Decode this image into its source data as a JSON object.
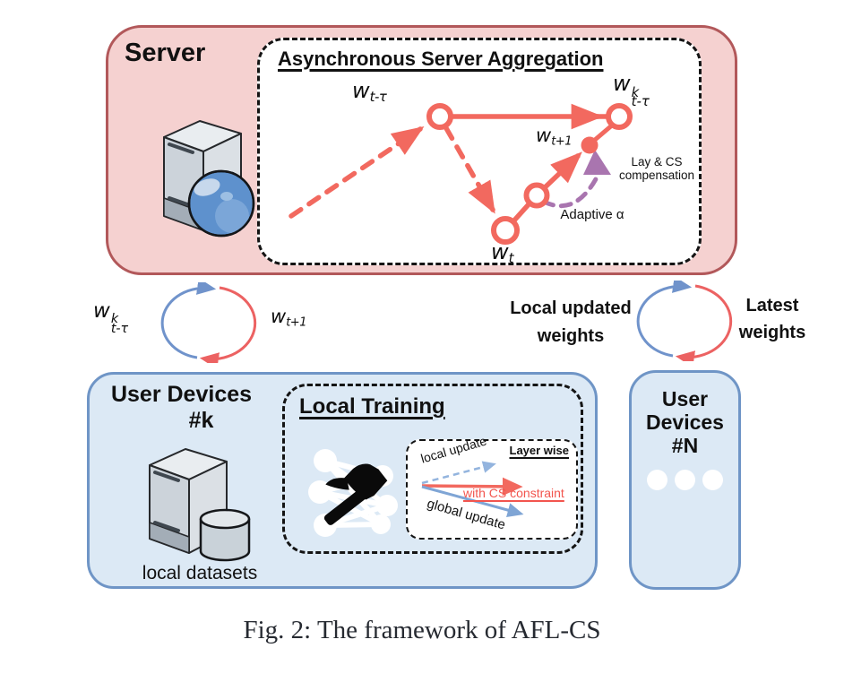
{
  "figure": {
    "caption": "Fig. 2: The framework of AFL-CS"
  },
  "colors": {
    "server_fill": "#f5d1d0",
    "server_border": "#b2585a",
    "device_fill": "#dce9f5",
    "device_border": "#6f95c6",
    "trajectory_red": "#f2695f",
    "compensation_purple": "#a975af",
    "cycle_blue": "#7093cb",
    "cycle_red": "#ec6262",
    "local_update_blue": "#93b4de",
    "global_update_blue": "#7fa5d5"
  },
  "server": {
    "title": "Server",
    "aggregation": {
      "title": "Asynchronous Server Aggregation",
      "w_stale": {
        "base": "w",
        "sub": "t-τ"
      },
      "w_stale_k": {
        "base": "w",
        "sup": "k",
        "sub": "t-τ"
      },
      "w_new": {
        "base": "w",
        "sub": "t+1"
      },
      "w_current": {
        "base": "w",
        "sub": "t"
      },
      "compensation_line1": "Lay & CS",
      "compensation_line2": "compensation",
      "adaptive_alpha": "Adaptive α"
    }
  },
  "exchange_left": {
    "upload_label": {
      "base": "w",
      "sup": "k",
      "sub": "t-τ"
    },
    "download_label": {
      "base": "w",
      "sub": "t+1"
    }
  },
  "exchange_right": {
    "upload_line1": "Local updated",
    "upload_line2": "weights",
    "download_line1": "Latest",
    "download_line2": "weights"
  },
  "devices_k": {
    "title_line1": "User Devices",
    "title_line2": "#k",
    "datasets_label": "local datasets",
    "training": {
      "title": "Local Training",
      "layerwise": {
        "title": "Layer wise",
        "local_update": "local update",
        "cs_constraint": "with CS constraint",
        "global_update": "global update"
      }
    }
  },
  "devices_n": {
    "title_line1": "User",
    "title_line2": "Devices",
    "title_line3": "#N"
  }
}
